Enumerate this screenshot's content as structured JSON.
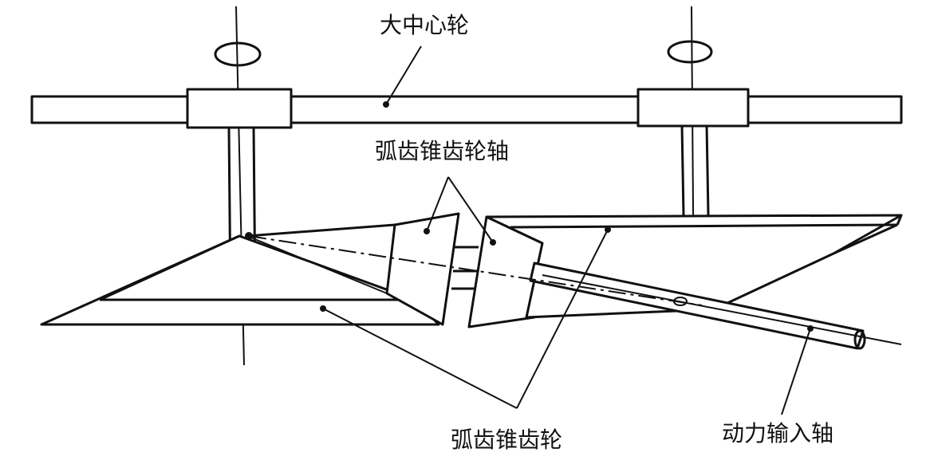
{
  "labels": {
    "large_center_wheel": "大中心轮",
    "spiral_bevel_gear_shaft": "弧齿锥齿轮轴",
    "spiral_bevel_gear": "弧齿锥齿轮",
    "power_input_shaft": "动力输入轴"
  }
}
